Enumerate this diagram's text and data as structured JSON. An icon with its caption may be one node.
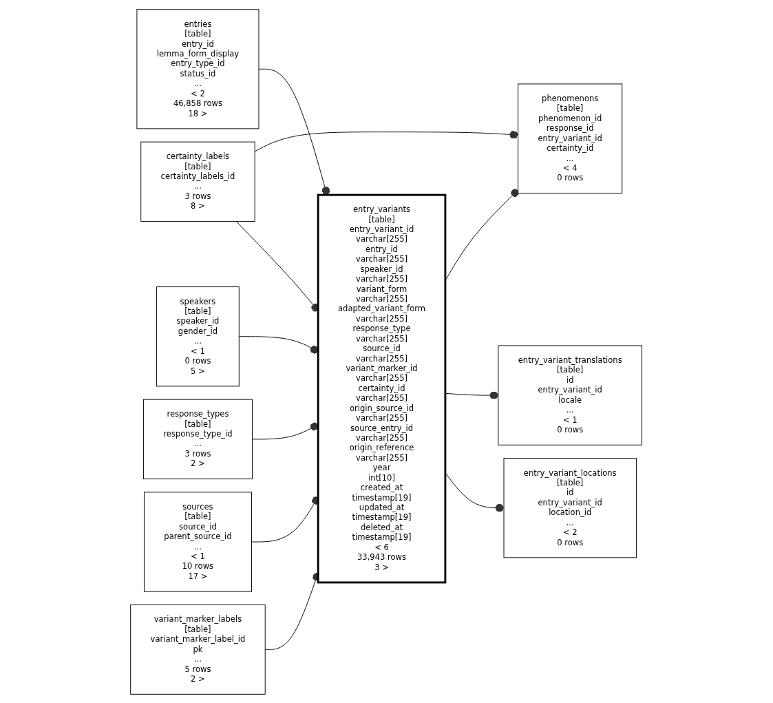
{
  "diagram": {
    "nodes": [
      {
        "text": [
          "entries",
          "[table]",
          "entry_id",
          "lemma_form_display",
          "entry_type_id",
          "status_id",
          "...",
          "< 2",
          "46,858 rows",
          "18 >"
        ]
      },
      {
        "text": [
          "speakers",
          "[table]",
          "speaker_id",
          "gender_id",
          "...",
          "< 1",
          "0 rows",
          "5 >"
        ]
      },
      {
        "text": [
          "certainty_labels",
          "[table]",
          "certainty_labels_id",
          "...",
          "3 rows",
          "8 >"
        ]
      },
      {
        "text": [
          "response_types",
          "[table]",
          "response_type_id",
          "...",
          "3 rows",
          "2 >"
        ]
      },
      {
        "text": [
          "sources",
          "[table]",
          "source_id",
          "parent_source_id",
          "...",
          "< 1",
          "10 rows",
          "17 >"
        ]
      },
      {
        "text": [
          "variant_marker_labels",
          "[table]",
          "variant_marker_label_id",
          "pk",
          "...",
          "5 rows",
          "2 >"
        ]
      },
      {
        "text": [
          "entry_variants",
          "[table]",
          "entry_variant_id",
          "varchar[255]",
          "entry_id",
          "varchar[255]",
          "speaker_id",
          "varchar[255]",
          "variant_form",
          "varchar[255]",
          "adapted_variant_form",
          "varchar[255]",
          "response_type",
          "varchar[255]",
          "source_id",
          "varchar[255]",
          "variant_marker_id",
          "varchar[255]",
          "certainty_id",
          "varchar[255]",
          "origin_source_id",
          "varchar[255]",
          "source_entry_id",
          "varchar[255]",
          "origin_reference",
          "varchar[255]",
          "year",
          "int[10]",
          "created_at",
          "timestamp[19]",
          "updated_at",
          "timestamp[19]",
          "deleted_at",
          "timestamp[19]",
          "< 6",
          "33,943 rows",
          "3 >"
        ]
      },
      {
        "text": [
          "phenomenons",
          "[table]",
          "phenomenon_id",
          "response_id",
          "entry_variant_id",
          "certainty_id",
          "...",
          "< 4",
          "0 rows"
        ]
      },
      {
        "text": [
          "entry_variant_translations",
          "[table]",
          "id",
          "entry_variant_id",
          "locale",
          "...",
          "< 1",
          "0 rows"
        ]
      },
      {
        "text": [
          "entry_variant_locations",
          "[table]",
          "id",
          "entry_variant_id",
          "location_id",
          "...",
          "< 2",
          "0 rows"
        ]
      }
    ],
    "edges": [
      {
        "from": 0,
        "to": 6,
        "arrow": "other"
      },
      {
        "from": 1,
        "to": 6,
        "arrow": "other"
      },
      {
        "from": 2,
        "to": 7,
        "arrow": "other"
      },
      {
        "from": 2,
        "to": 6,
        "arrow": "other"
      },
      {
        "from": 3,
        "to": 6,
        "arrow": "other"
      },
      {
        "from": 4,
        "to": 6,
        "arrow": "other"
      },
      {
        "from": 5,
        "to": 6,
        "arrow": "other"
      },
      {
        "from": 6,
        "to": 7,
        "arrow": "other"
      },
      {
        "from": 6,
        "to": 8,
        "arrow": "other"
      },
      {
        "from": 6,
        "to": 9,
        "arrow": "other"
      }
    ]
  }
}
